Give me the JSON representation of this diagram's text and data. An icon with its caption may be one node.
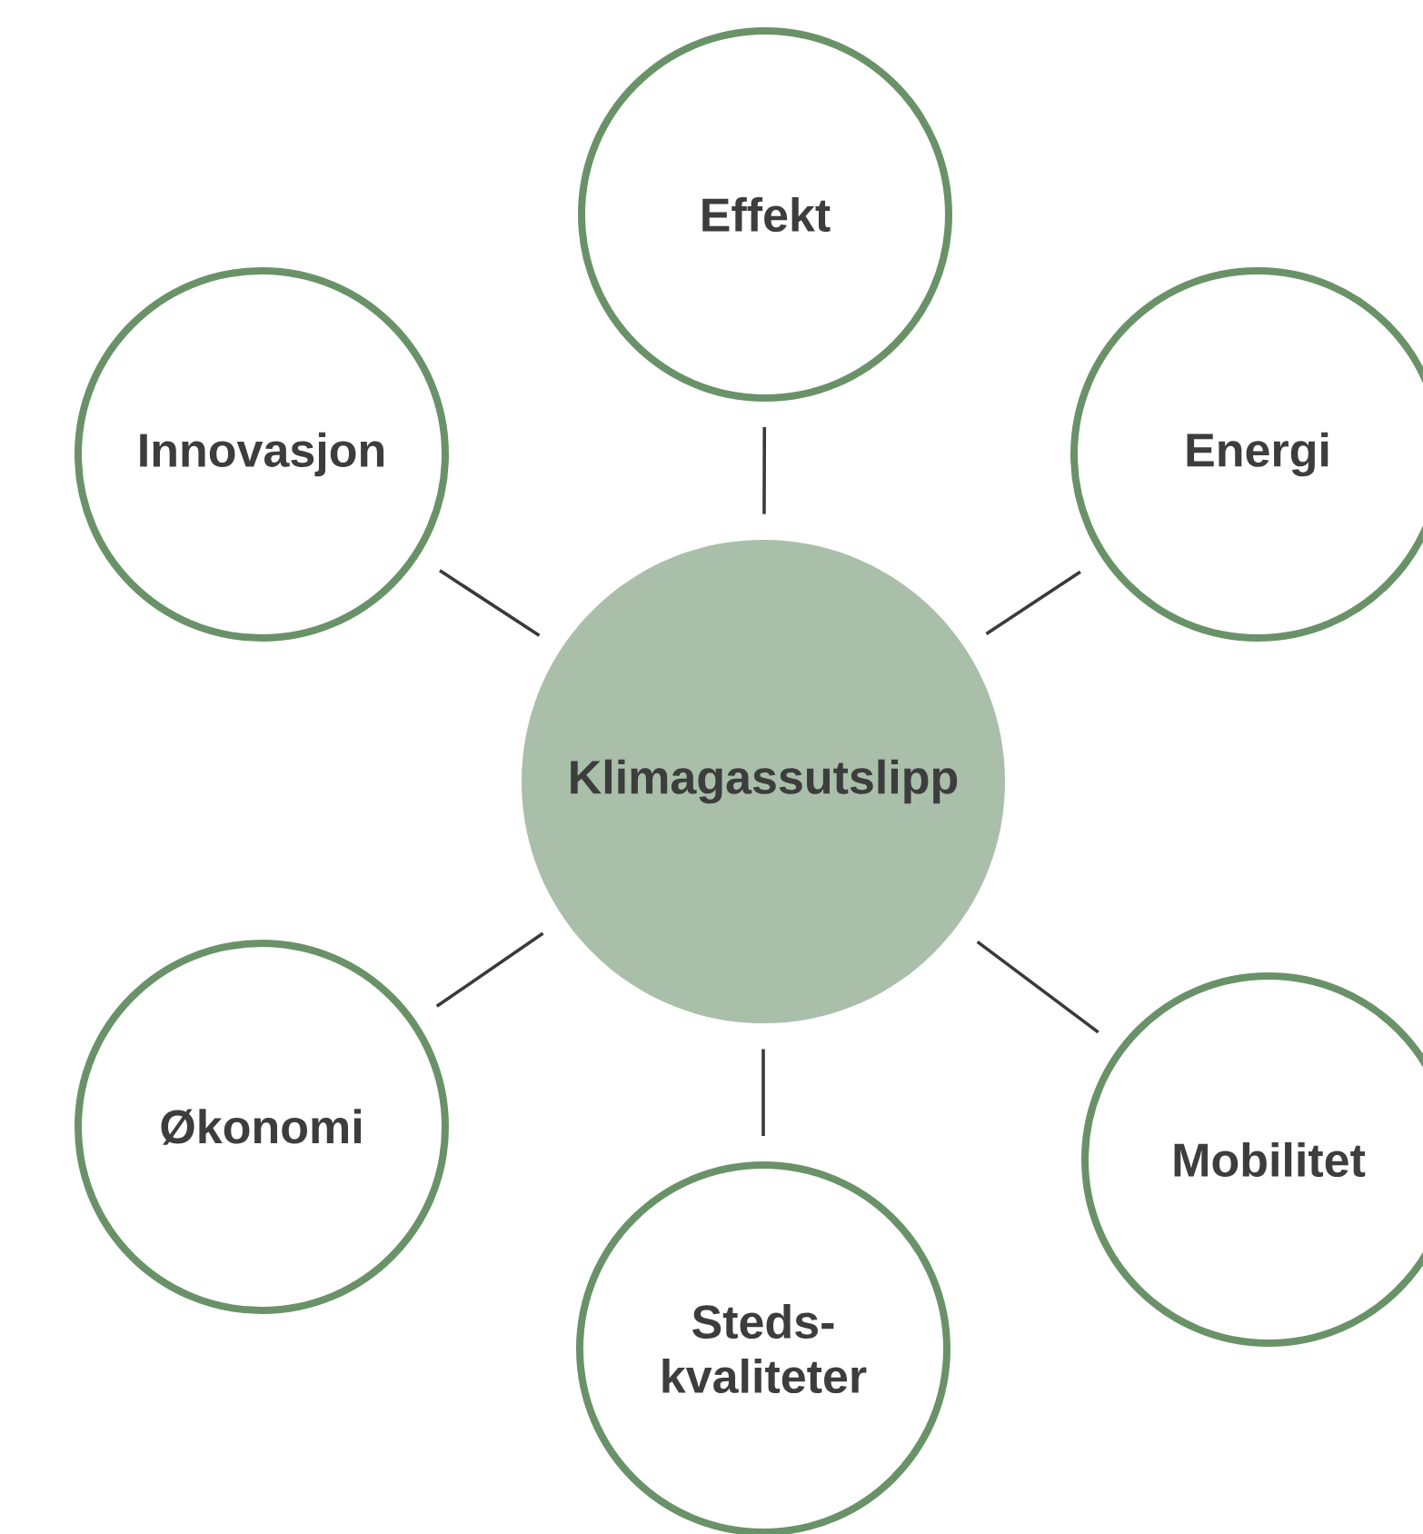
{
  "diagram": {
    "nodes": [
      {
        "text": [
          "Effekt"
        ]
      },
      {
        "text": [
          "Innovasjon"
        ]
      },
      {
        "text": [
          "Energi"
        ]
      },
      {
        "text": [
          "Klimagassutslipp"
        ]
      },
      {
        "text": [
          "Økonomi"
        ]
      },
      {
        "text": [
          "Mobilitet"
        ]
      },
      {
        "text": [
          "Steds- kvaliteter"
        ]
      }
    ],
    "edges": [
      {
        "from": 3,
        "to": 0,
        "arrow": "none"
      },
      {
        "from": 3,
        "to": 1,
        "arrow": "none"
      },
      {
        "from": 3,
        "to": 2,
        "arrow": "none"
      },
      {
        "from": 3,
        "to": 4,
        "arrow": "none"
      },
      {
        "from": 3,
        "to": 5,
        "arrow": "none"
      },
      {
        "from": 3,
        "to": 6,
        "arrow": "none"
      }
    ]
  }
}
